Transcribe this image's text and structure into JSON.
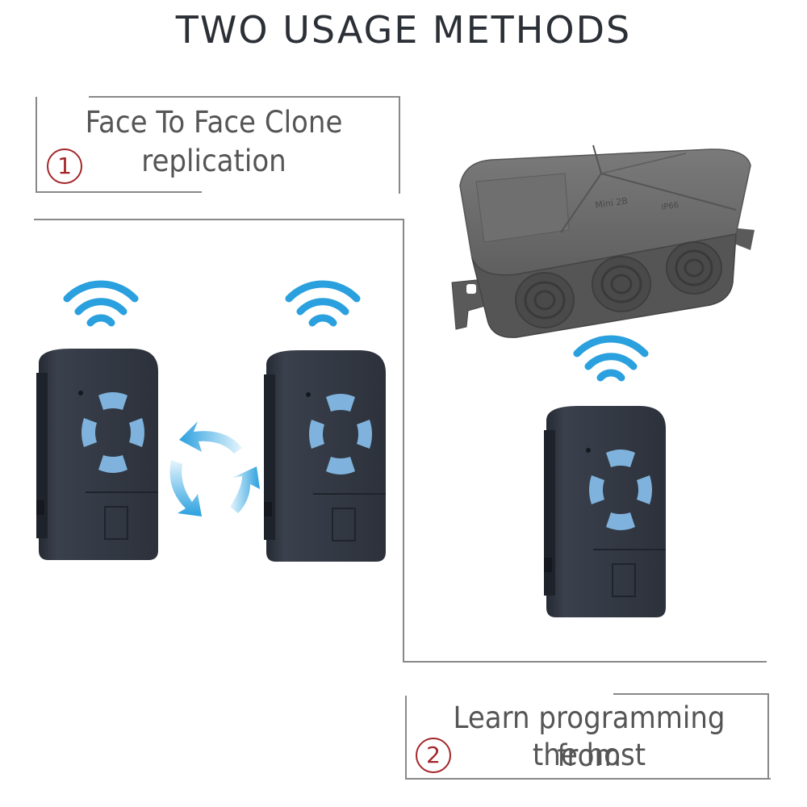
{
  "title": "TWO USAGE METHODS",
  "method1": {
    "number": "1",
    "line1": "Face To Face Clone",
    "line2": "replication"
  },
  "method2": {
    "number": "2",
    "line1": "Learn programming from",
    "line2": "the host"
  },
  "host_box": {
    "label_model": "Mini 2B",
    "label_rating": "IP66"
  },
  "colors": {
    "accent_red": "#a3262a",
    "signal_blue": "#2aa0de",
    "button_blue": "#7fb2dc",
    "remote_body": "#2f3440",
    "box_gray": "#6c6c6c"
  }
}
